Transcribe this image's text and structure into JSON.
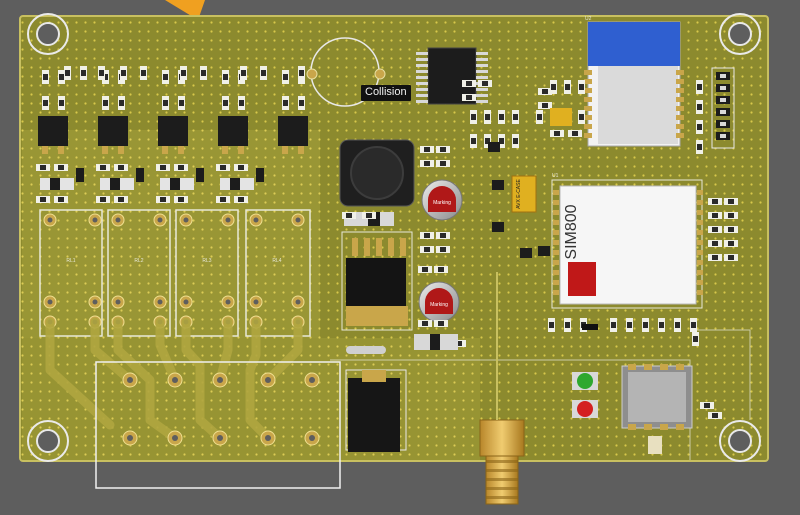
{
  "board": {
    "colors": {
      "background": "#5e5e5e",
      "substrate": "#8c8a2e",
      "solder_mask_dots": "#d8c84a",
      "copper_pour": "#a6a43e",
      "gold_pad": "#c9a64a",
      "ic_body": "#1c1c1c",
      "silkscreen": "#e8e8d8",
      "wifi_shield": "#2f5fd0",
      "sim800_body": "#f4f4f4",
      "sim800_red": "#c01818",
      "led_green": "#2ea82e",
      "led_red": "#d42020",
      "capacitor_red": "#b01818"
    }
  },
  "tooltip": {
    "text": "Collision"
  },
  "modules": {
    "gsm_label": "SIM800",
    "gsm_small_label": "U1",
    "wifi_label": "U2"
  },
  "relays": [
    {
      "label": "RL1"
    },
    {
      "label": "RL2"
    },
    {
      "label": "RL3"
    },
    {
      "label": "RL4"
    }
  ],
  "capacitors": [
    {
      "label": "Marking"
    },
    {
      "label": "Marking"
    }
  ],
  "tantalum": {
    "label": "AVX\nE-CASE"
  }
}
